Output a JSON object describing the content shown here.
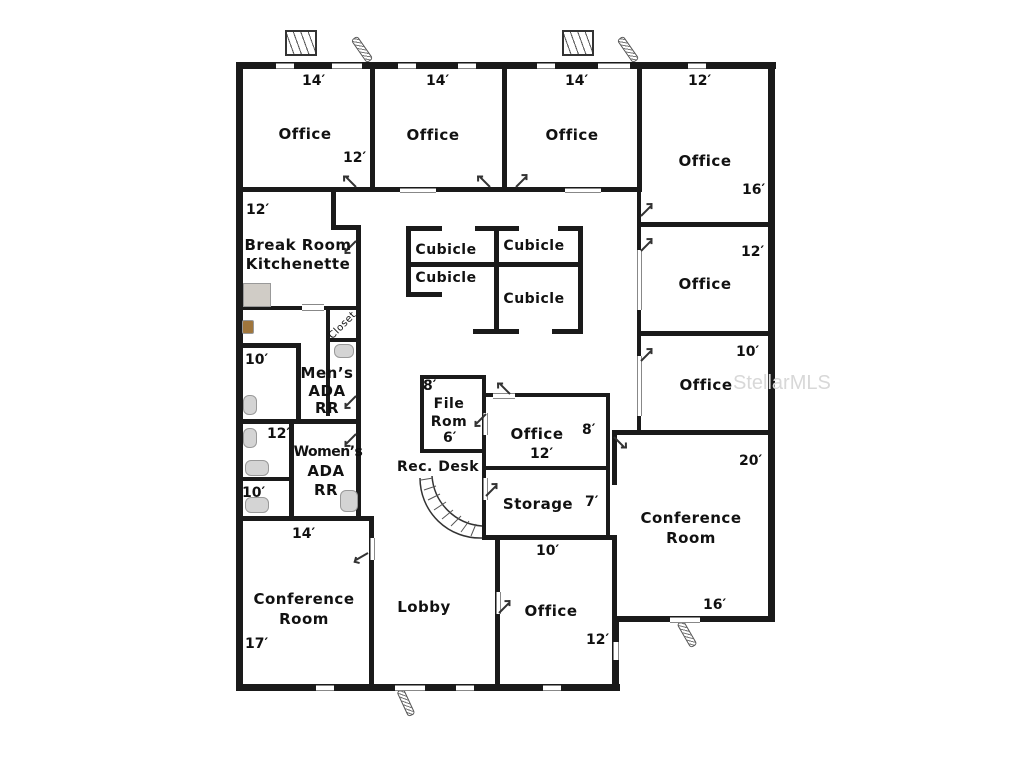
{
  "floorplan": {
    "rooms": {
      "office_top_1": {
        "label": "Office",
        "width": "14′",
        "depth": "12′"
      },
      "office_top_2": {
        "label": "Office",
        "width": "14′"
      },
      "office_top_3": {
        "label": "Office",
        "width": "14′"
      },
      "office_top_4": {
        "label": "Office",
        "width": "12′",
        "depth": "16′"
      },
      "office_right_1": {
        "label": "Office",
        "dim": "12′"
      },
      "office_right_2": {
        "label": "Office",
        "dim": "10′"
      },
      "break_room": {
        "label_line1": "Break Room",
        "label_line2": "Kitchenette",
        "dim": "12′"
      },
      "closet": {
        "label": "Closet"
      },
      "mens_rr": {
        "label_line1": "Men’s",
        "label_line2": "ADA",
        "label_line3": "RR"
      },
      "womens_rr": {
        "label_line1": "Women’s",
        "label_line2": "ADA",
        "label_line3": "RR"
      },
      "restroom_dims": {
        "a": "10′",
        "b": "12′",
        "c": "10′"
      },
      "cubicles": [
        {
          "label": "Cubicle"
        },
        {
          "label": "Cubicle"
        },
        {
          "label": "Cubicle"
        },
        {
          "label": "Cubicle"
        }
      ],
      "file_room": {
        "label_line1": "File",
        "label_line2": "Rom",
        "dim_a": "8′",
        "dim_b": "6′"
      },
      "office_center": {
        "label": "Office",
        "dim_a": "8′",
        "dim_b": "12′"
      },
      "storage": {
        "label": "Storage",
        "dim": "7′"
      },
      "rec_desk": {
        "label": "Rec. Desk"
      },
      "conference_right": {
        "label_line1": "Conference",
        "label_line2": "Room",
        "dim_a": "20′",
        "dim_b": "16′"
      },
      "conference_left": {
        "label_line1": "Conference",
        "label_line2": "Room",
        "dim_a": "14′",
        "dim_b": "17′"
      },
      "lobby": {
        "label": "Lobby"
      },
      "office_bottom": {
        "label": "Office",
        "dim_a": "10′",
        "dim_b": "12′"
      }
    },
    "watermark": "StellarMLS"
  }
}
